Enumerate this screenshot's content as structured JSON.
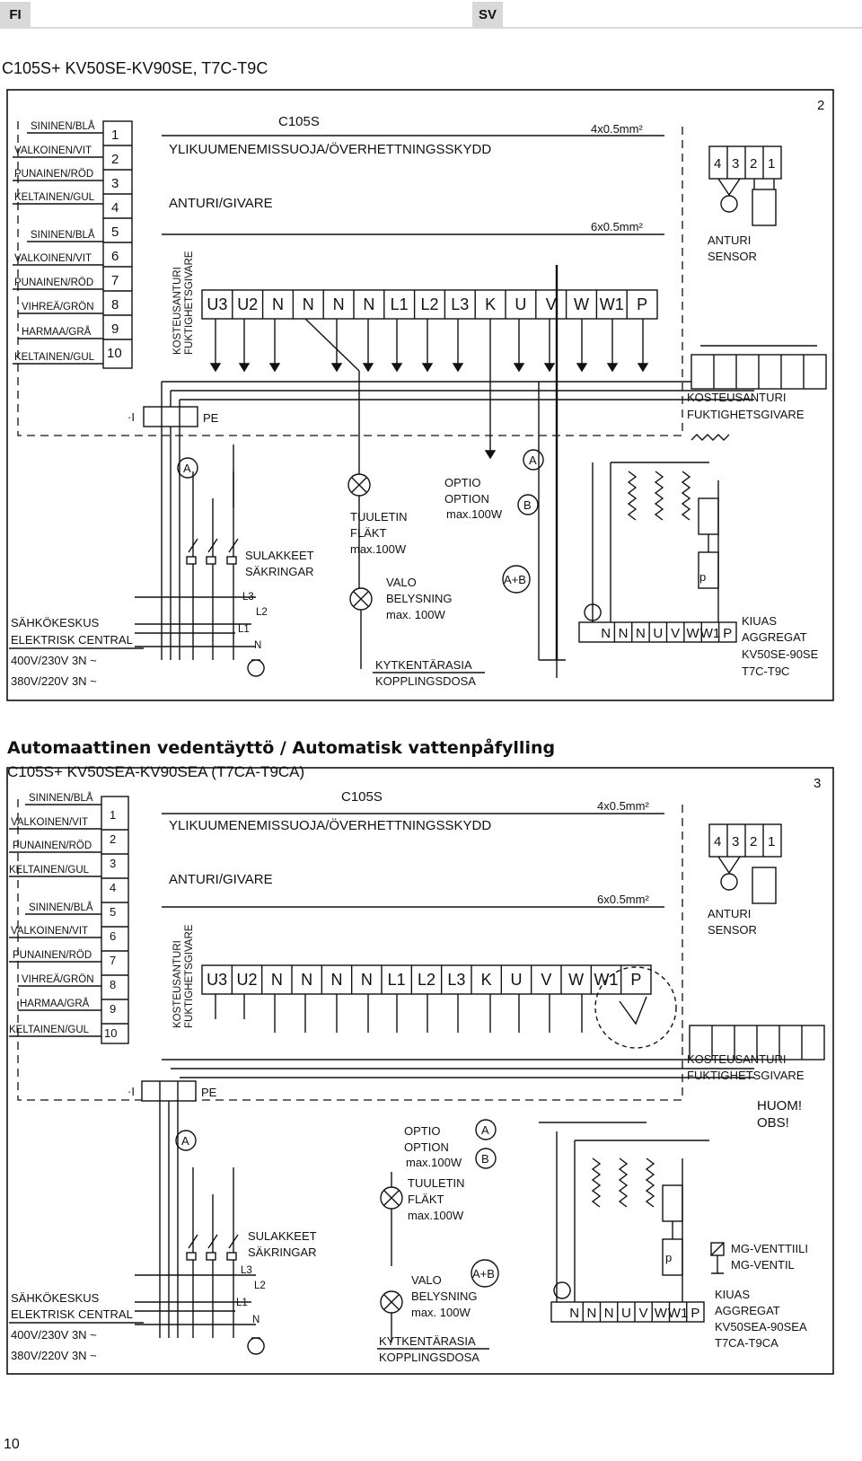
{
  "header": {
    "lang_left": "FI",
    "lang_right": "SV"
  },
  "page_number": "10",
  "diagram1": {
    "title": "C105S+ KV50SE-KV90SE, T7C-T9C",
    "number": "2",
    "wires": [
      "SININEN/BLÅ",
      "VALKOINEN/VIT",
      "PUNAINEN/RÖD",
      "KELTAINEN/GUL",
      "SININEN/BLÅ",
      "VALKOINEN/VIT",
      "PUNAINEN/RÖD",
      "VIHREÄ/GRÖN",
      "HARMAA/GRÅ",
      "KELTAINEN/GUL"
    ],
    "pins": [
      "1",
      "2",
      "3",
      "4",
      "5",
      "6",
      "7",
      "8",
      "9",
      "10"
    ],
    "controller": "C105S",
    "overheat": "YLIKUUMENEMISSUOJA/ÖVERHETTNINGSSKYDD",
    "sensor_label": "ANTURI/GIVARE",
    "humidity_vertical_1": "KOSTEUSANTURI",
    "humidity_vertical_2": "FUKTIGHETSGIVARE",
    "terminals": [
      "U3",
      "U2",
      "N",
      "N",
      "N",
      "N",
      "L1",
      "L2",
      "L3",
      "K",
      "U",
      "V",
      "W",
      "W1",
      "P"
    ],
    "cable_4": "4x0.5mm²",
    "cable_6": "6x0.5mm²",
    "sensor_pins": [
      "4",
      "3",
      "2",
      "1"
    ],
    "sensor_name_1": "ANTURI",
    "sensor_name_2": "SENSOR",
    "hum_sensor_1": "KOSTEUSANTURI",
    "hum_sensor_2": "FUKTIGHETSGIVARE",
    "pe": "PE",
    "ground_sym": "·I",
    "a_label": "A",
    "b_label": "B",
    "ab_label": "A+B",
    "fuses_1": "SULAKKEET",
    "fuses_2": "SÄKRINGAR",
    "phases": [
      "L3",
      "L2",
      "L1",
      "N"
    ],
    "fan_1": "TUULETIN",
    "fan_2": "FLÄKT",
    "fan_3": "max.100W",
    "option_1": "OPTIO",
    "option_2": "OPTION",
    "option_3": "max.100W",
    "light_1": "VALO",
    "light_2": "BELYSNING",
    "light_3": "max. 100W",
    "central_1": "SÄHKÖKESKUS",
    "central_2": "ELEKTRISK CENTRAL",
    "voltage_1": "400V/230V 3N ~",
    "voltage_2": "380V/220V 3N ~",
    "junction_1": "KYTKENTÄRASIA",
    "junction_2": "KOPPLINGSDOSA",
    "heater_terminals": [
      "N",
      "N",
      "N",
      "U",
      "V",
      "W",
      "W1",
      "P"
    ],
    "heater_1": "KIUAS",
    "heater_2": "AGGREGAT",
    "heater_3": "KV50SE-90SE",
    "heater_4": "T7C-T9C",
    "p_label": "p"
  },
  "diagram2": {
    "title_a": "Automaattinen vedentäyttö / Automatisk vattenpåfylling",
    "title_b": "C105S+ KV50SEA-KV90SEA (T7CA-T9CA)",
    "number": "3",
    "note_1": "HUOM!",
    "note_2": "OBS!",
    "valve_1": "MG-VENTTIILI",
    "valve_2": "MG-VENTIL",
    "heater_3": "KV50SEA-90SEA",
    "heater_4": "T7CA-T9CA"
  }
}
